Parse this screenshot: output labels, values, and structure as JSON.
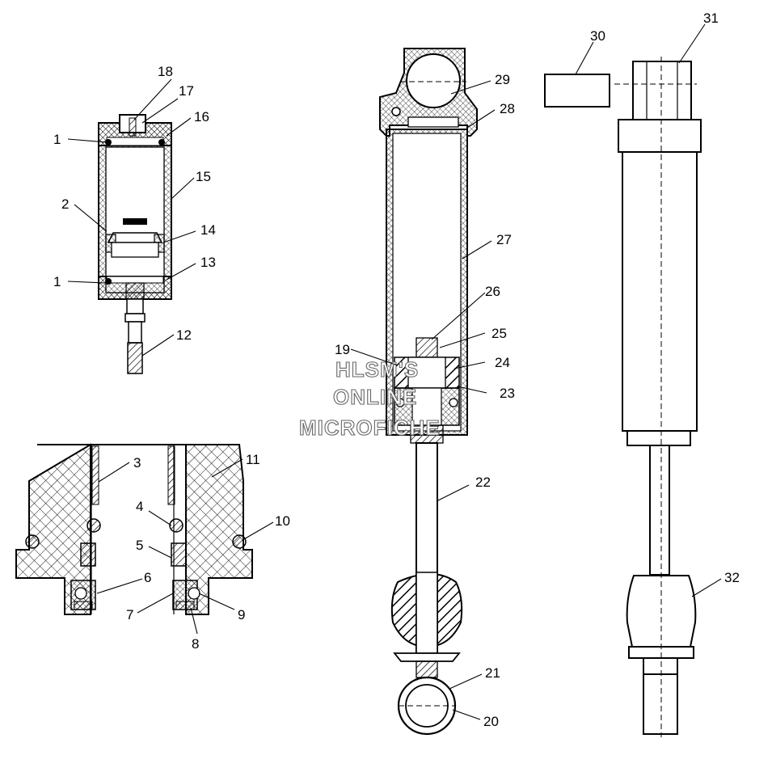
{
  "watermark": {
    "line1": "HLSM'S",
    "line2": "ONLINE",
    "line3": "MICROFICHE"
  },
  "callouts": {
    "c1a": "1",
    "c1b": "1",
    "c2": "2",
    "c3": "3",
    "c4": "4",
    "c5": "5",
    "c6": "6",
    "c7": "7",
    "c8": "8",
    "c9": "9",
    "c10": "10",
    "c11": "11",
    "c12": "12",
    "c13": "13",
    "c14": "14",
    "c15": "15",
    "c16": "16",
    "c17": "17",
    "c18": "18",
    "c19": "19",
    "c20": "20",
    "c21": "21",
    "c22": "22",
    "c23": "23",
    "c24": "24",
    "c25": "25",
    "c26": "26",
    "c27": "27",
    "c28": "28",
    "c29": "29",
    "c30": "30",
    "c31": "31",
    "c32": "32"
  }
}
